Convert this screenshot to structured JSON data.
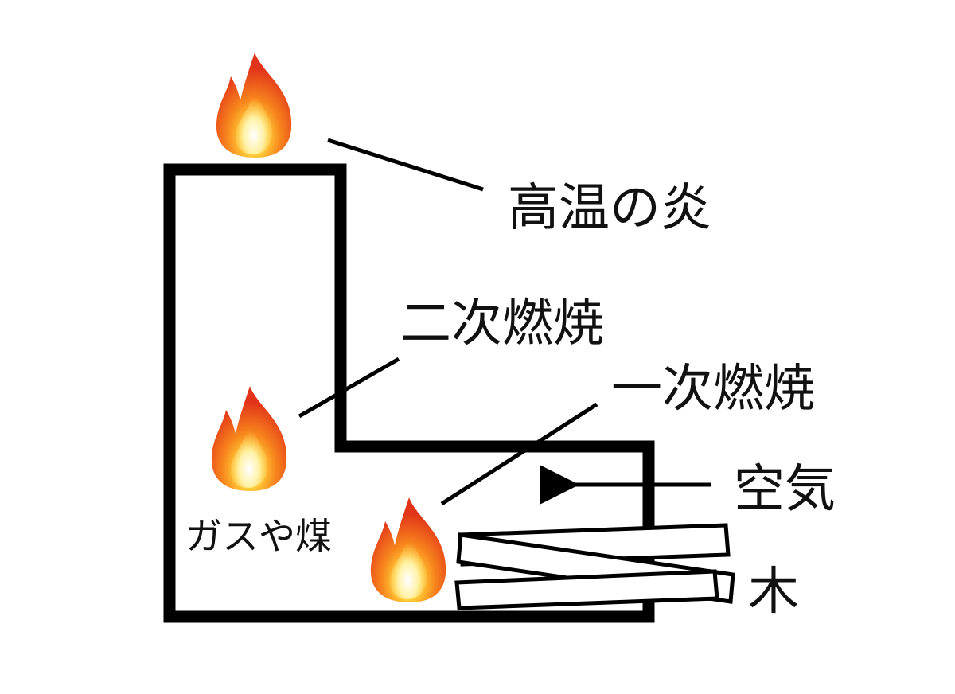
{
  "labels": {
    "high_temp_flame": "高温の炎",
    "secondary_combustion": "二次燃焼",
    "primary_combustion": "一次燃焼",
    "air": "空気",
    "wood": "木",
    "gas_and_smoke": "ガスや煤"
  },
  "icons": {
    "flame": "fire-icon"
  },
  "colors": {
    "outline": "#000000",
    "flame_outer": "#e8341c",
    "flame_mid": "#f7781a",
    "flame_inner": "#ffc83a",
    "flame_core": "#fff3b0"
  }
}
